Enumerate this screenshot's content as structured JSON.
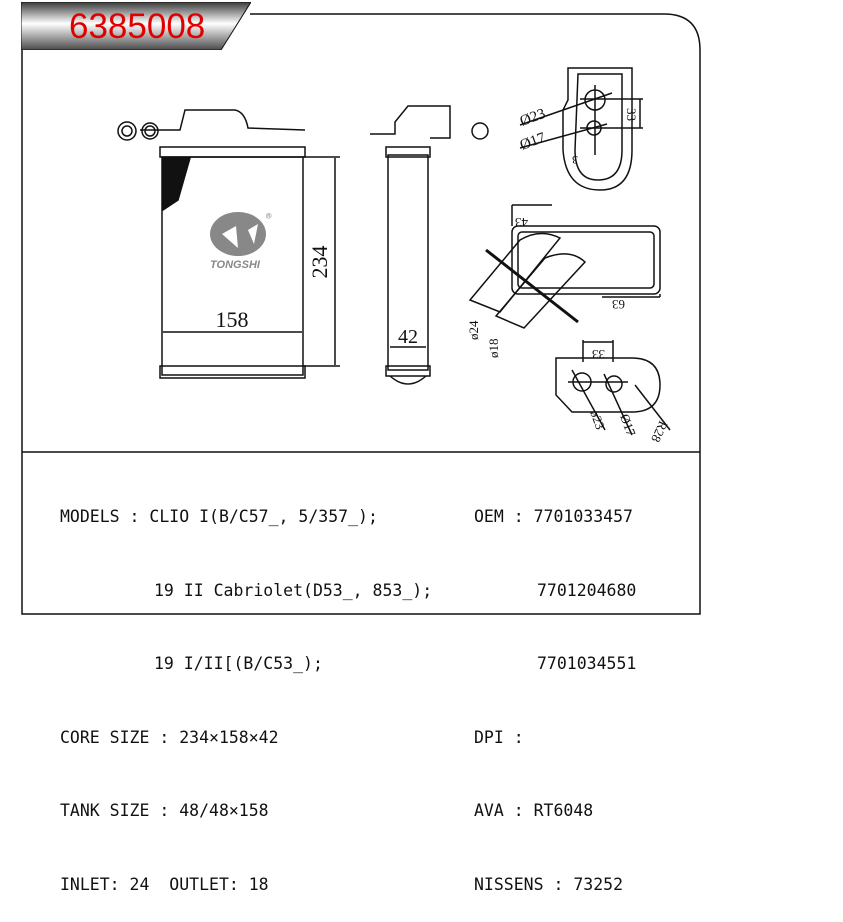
{
  "header": {
    "part_number": "6385008"
  },
  "drawing": {
    "brand_logo": "TONGSHI",
    "dimensions": {
      "height": "234",
      "width": "158",
      "depth": "42",
      "flange_d1": "Ø23",
      "flange_d2": "Ø17",
      "flange_spacing": "33",
      "flange_small": "3",
      "pipe_offset_1": "43",
      "pipe_offset_2": "63",
      "pipe_d_in": "ø24",
      "pipe_d_out": "ø18",
      "plate_spacing": "33",
      "plate_d1": "ø23",
      "plate_d2": "Ø17",
      "plate_radius": "R28"
    }
  },
  "specs": {
    "models_label": "MODELS : ",
    "models": [
      "CLIO I(B/C57_, 5/357_);",
      "19 II Cabriolet(D53_, 853_);",
      "19 I/II[(B/C53_);"
    ],
    "core_size": "CORE SIZE : 234×158×42",
    "tank_size": "TANK SIZE : 48/48×158",
    "inlet_outlet": "INLET: 24  OUTLET: 18",
    "oem_label": "OEM : ",
    "oem": [
      "7701033457",
      "7701204680",
      "7701034551"
    ],
    "dpi": "DPI :",
    "ava": "AVA : RT6048",
    "nissens": "NISSENS : 73252"
  }
}
